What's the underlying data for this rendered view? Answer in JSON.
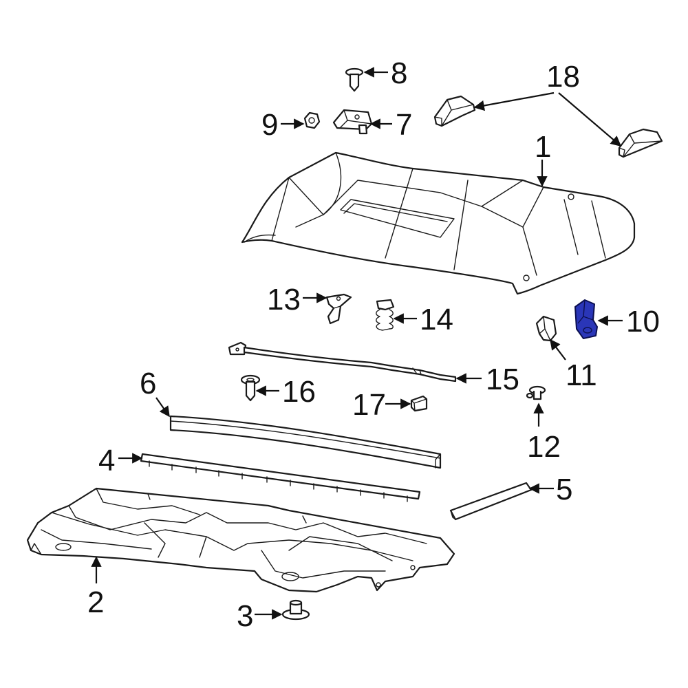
{
  "diagram": {
    "highlight_color": "#2a36b8",
    "callouts": {
      "c1": "1",
      "c2": "2",
      "c3": "3",
      "c4": "4",
      "c5": "5",
      "c6": "6",
      "c7": "7",
      "c8": "8",
      "c9": "9",
      "c10": "10",
      "c11": "11",
      "c12": "12",
      "c13": "13",
      "c14": "14",
      "c15": "15",
      "c16": "16",
      "c17": "17",
      "c18": "18"
    }
  }
}
